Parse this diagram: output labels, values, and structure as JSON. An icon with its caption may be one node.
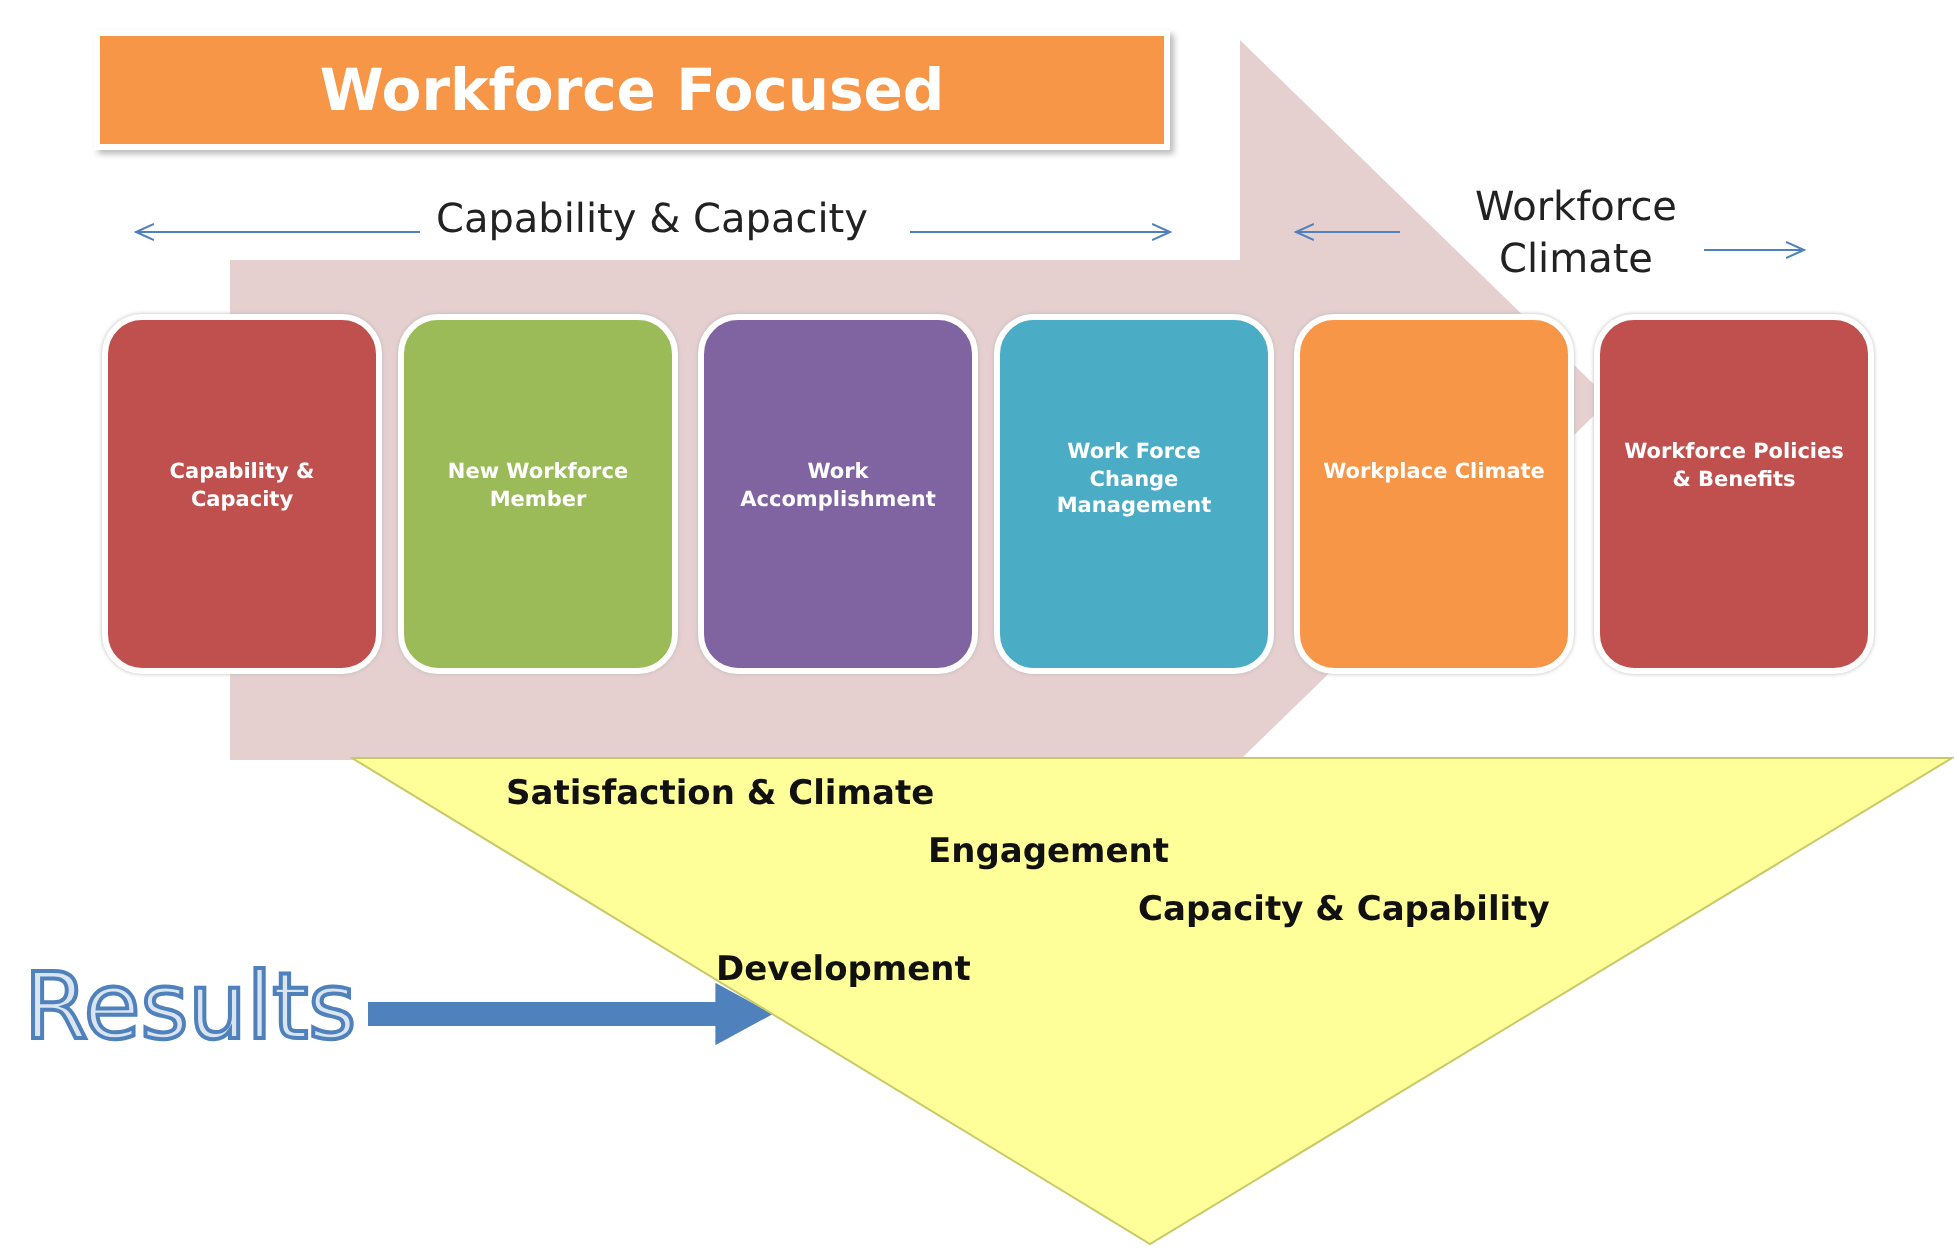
{
  "diagram": {
    "nodes": [
      {
        "text": [
          "Workforce Focused"
        ]
      },
      {
        "text": [
          "Capability & Capacity"
        ]
      },
      {
        "text": [
          "New Workforce Member"
        ]
      },
      {
        "text": [
          "Work Accomplishment"
        ]
      },
      {
        "text": [
          "Work Force Change Management"
        ]
      },
      {
        "text": [
          "Workplace Climate"
        ]
      },
      {
        "text": [
          "Workforce Policies & Benefits"
        ]
      },
      {
        "text": [
          "Satisfaction & Climate",
          "Engagement",
          "Capacity & Capability",
          "Development"
        ]
      },
      {
        "text": [
          "Results"
        ]
      }
    ],
    "edges": [
      {
        "from": 8,
        "to": 7,
        "arrow": "to"
      }
    ],
    "labels": [
      "Capability & Capacity",
      "Workforce Climate"
    ]
  }
}
